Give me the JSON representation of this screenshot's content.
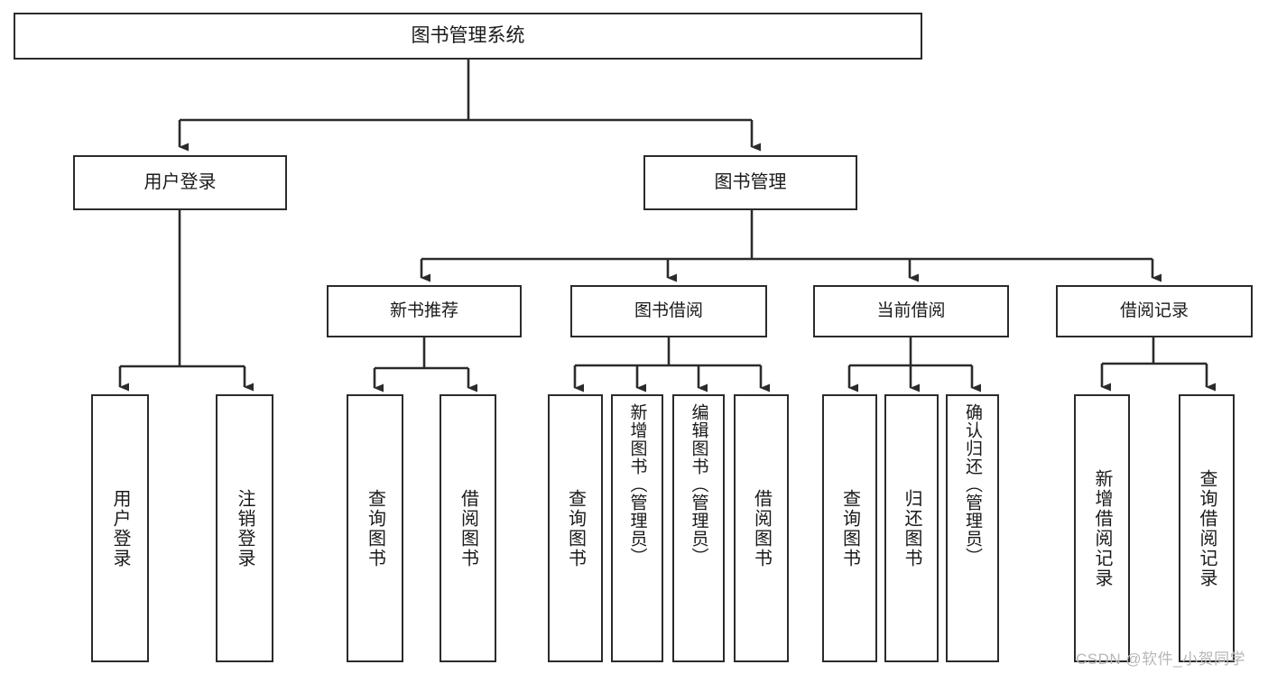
{
  "diagram": {
    "type": "tree",
    "title": "图书管理系统",
    "root": {
      "label": "图书管理系统"
    },
    "level1": [
      {
        "label": "用户登录"
      },
      {
        "label": "图书管理"
      }
    ],
    "level2": [
      {
        "label": "新书推荐"
      },
      {
        "label": "图书借阅"
      },
      {
        "label": "当前借阅"
      },
      {
        "label": "借阅记录"
      }
    ],
    "leaves": {
      "user_login": [
        {
          "label": "用户登录"
        },
        {
          "label": "注销登录"
        }
      ],
      "new_book_recommend": [
        {
          "label": "查询图书"
        },
        {
          "label": "借阅图书"
        }
      ],
      "book_borrow": [
        {
          "label": "查询图书"
        },
        {
          "label": "新增图书（管理员）"
        },
        {
          "label": "编辑图书（管理员）"
        },
        {
          "label": "借阅图书"
        }
      ],
      "current_borrow": [
        {
          "label": "查询图书"
        },
        {
          "label": "归还图书"
        },
        {
          "label": "确认归还（管理员）"
        }
      ],
      "borrow_record": [
        {
          "label": "新增借阅记录"
        },
        {
          "label": "查询借阅记录"
        }
      ]
    }
  },
  "watermark": {
    "text": "CSDN @软件_小贺同学"
  },
  "colors": {
    "stroke": "#2b2b2b",
    "background": "#ffffff",
    "text": "#1a1a1a",
    "watermark": "#b7b7b7"
  }
}
